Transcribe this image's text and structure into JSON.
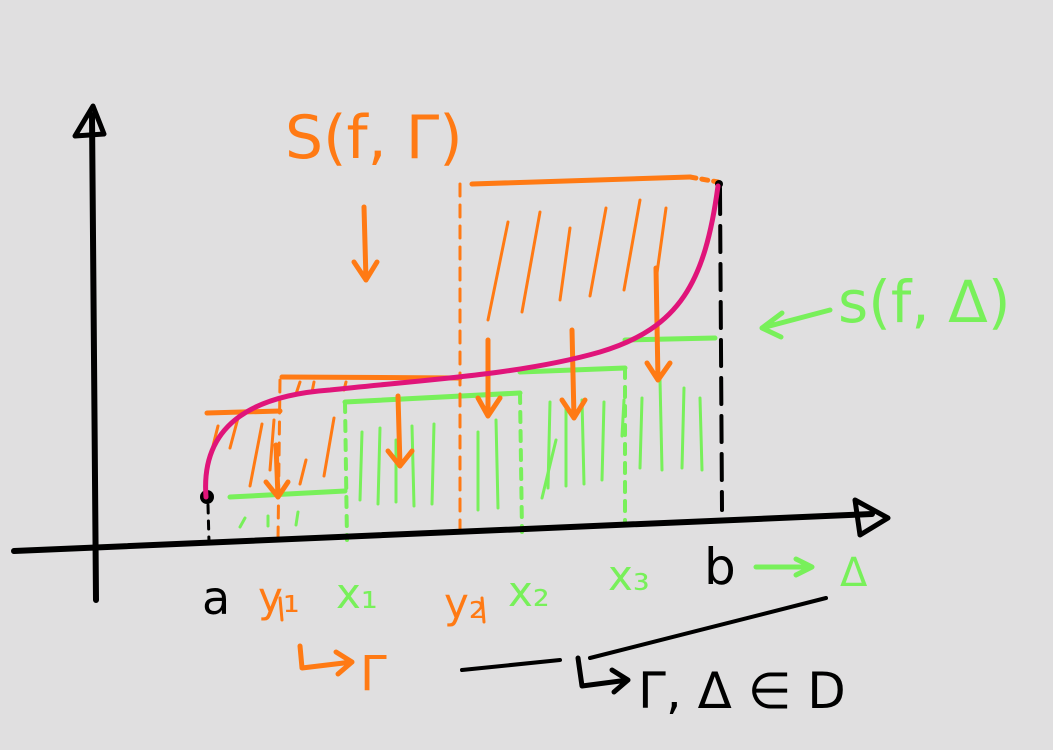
{
  "colors": {
    "background": "#e0dfe0",
    "axis": "#000000",
    "curve": "#e0147a",
    "upper_sum": "#ff7a14",
    "lower_sum": "#78f05a"
  },
  "labels": {
    "upper_sum": "S(f, Γ)",
    "lower_sum": "s(f, Δ)",
    "a": "a",
    "b": "b",
    "y1": "y₁",
    "y2": "y₂",
    "x1": "x₁",
    "x2": "x₂",
    "x3": "x₃",
    "gamma_partition": "Γ",
    "delta_partition": "Δ",
    "conclusion": "Γ, Δ ∈ D"
  }
}
